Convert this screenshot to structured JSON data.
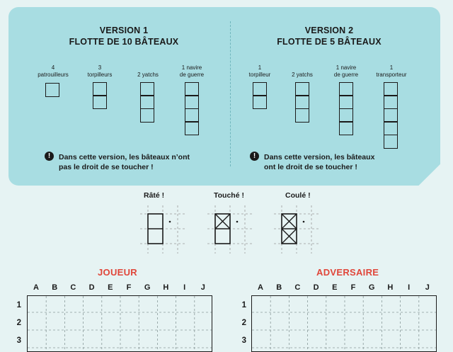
{
  "version1": {
    "title_line1": "VERSION 1",
    "title_line2": "FLOTTE DE 10 BÂTEAUX",
    "boats": [
      {
        "count_label": "4",
        "name_label": "patrouilleurs"
      },
      {
        "count_label": "3",
        "name_label": "torpilleurs"
      },
      {
        "count_label": "",
        "name_label": "2 yatchs"
      },
      {
        "count_label": "1 navire",
        "name_label": "de guerre"
      }
    ],
    "note_line1": "Dans cette version, les bâteaux n’ont",
    "note_line2": "pas le droit de se toucher !"
  },
  "version2": {
    "title_line1": "VERSION 2",
    "title_line2": "FLOTTE DE 5 BÂTEAUX",
    "boats": [
      {
        "count_label": "1",
        "name_label": "torpilleur"
      },
      {
        "count_label": "",
        "name_label": "2 yatchs"
      },
      {
        "count_label": "1 navire",
        "name_label": "de guerre"
      },
      {
        "count_label": "1",
        "name_label": "transporteur"
      }
    ],
    "note_line1": "Dans cette version, les bâteaux",
    "note_line2": "ont le droit de se toucher !"
  },
  "warning_icon_glyph": "!",
  "legend": {
    "miss": "Râté !",
    "hit": "Touché !",
    "sunk": "Coulé !"
  },
  "boards": {
    "player_title": "JOUEUR",
    "opponent_title": "ADVERSAIRE",
    "columns": [
      "A",
      "B",
      "C",
      "D",
      "E",
      "F",
      "G",
      "H",
      "I",
      "J"
    ],
    "rows": [
      "1",
      "2",
      "3"
    ]
  },
  "colors": {
    "accent_red": "#e0463a",
    "panel_blue": "#a8dde2",
    "background": "#e6f3f3"
  }
}
